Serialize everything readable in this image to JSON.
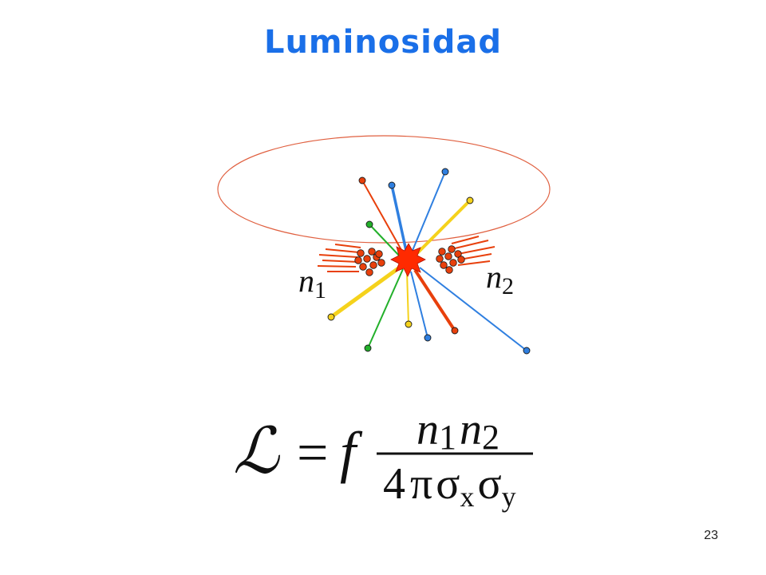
{
  "slide": {
    "title": "Luminosidad",
    "page_number": "23",
    "title_color": "#1a6fe8"
  },
  "labels": {
    "bunch_left": {
      "base": "n",
      "sub": "1"
    },
    "bunch_right": {
      "base": "n",
      "sub": "2"
    }
  },
  "formula": {
    "lhs": "ℒ",
    "equals": "=",
    "factor": "f",
    "numerator": {
      "a_base": "n",
      "a_sub": "1",
      "b_base": "n",
      "b_sub": "2"
    },
    "denominator": {
      "coef": "4",
      "pi": "π",
      "s1": "σ",
      "s1_sub": "x",
      "s2": "σ",
      "s2_sub": "y"
    }
  },
  "colors": {
    "ring": "#e06040",
    "particle_red": "#e8400c",
    "particle_blue": "#2f7fe0",
    "particle_green": "#22b02a",
    "particle_yellow": "#f5d21c",
    "collision": "#ff2a00"
  }
}
